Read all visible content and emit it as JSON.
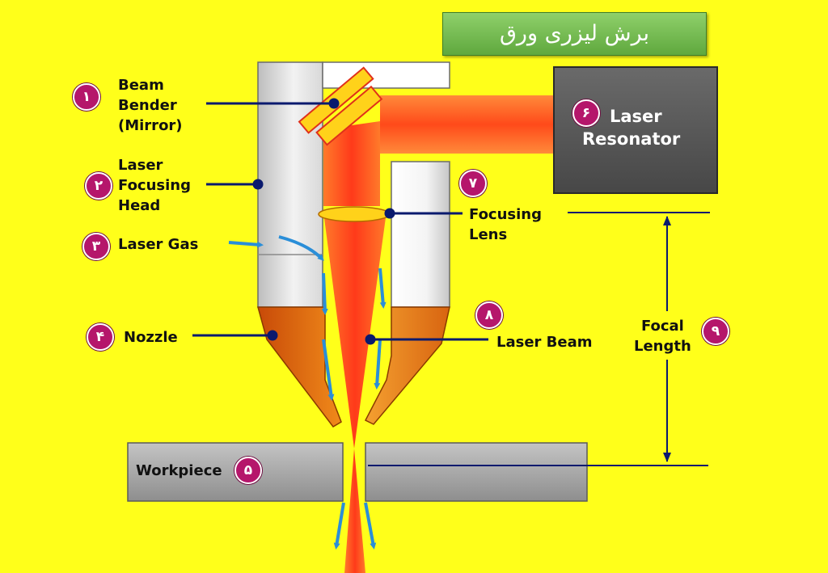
{
  "title": "برش لیزری ورق",
  "colors": {
    "background": "#ffff1a",
    "badge": "#b5166b",
    "beam": "#ff5a20",
    "nozzle": "#e86a10",
    "mirror": "#ffd21a",
    "resonator": "#555555",
    "workpiece": "#a0a0a0",
    "gas_arrow": "#2a8ed8",
    "leader_line": "#0a1a6e",
    "title_banner": "#72bb4f"
  },
  "components": [
    {
      "number": "۱",
      "label_lines": [
        "Beam",
        "Bender",
        "(Mirror)"
      ]
    },
    {
      "number": "۲",
      "label_lines": [
        "Laser",
        "Focusing",
        "Head"
      ]
    },
    {
      "number": "۳",
      "label_lines": [
        "Laser Gas"
      ]
    },
    {
      "number": "۴",
      "label_lines": [
        "Nozzle"
      ]
    },
    {
      "number": "۵",
      "label_lines": [
        "Workpiece"
      ]
    },
    {
      "number": "۶",
      "label_lines": [
        "Laser",
        "Resonator"
      ]
    },
    {
      "number": "۷",
      "label_lines": [
        "Focusing",
        "Lens"
      ]
    },
    {
      "number": "۸",
      "label_lines": [
        "Laser Beam"
      ]
    },
    {
      "number": "۹",
      "label_lines": [
        "Focal",
        "Length"
      ]
    }
  ]
}
